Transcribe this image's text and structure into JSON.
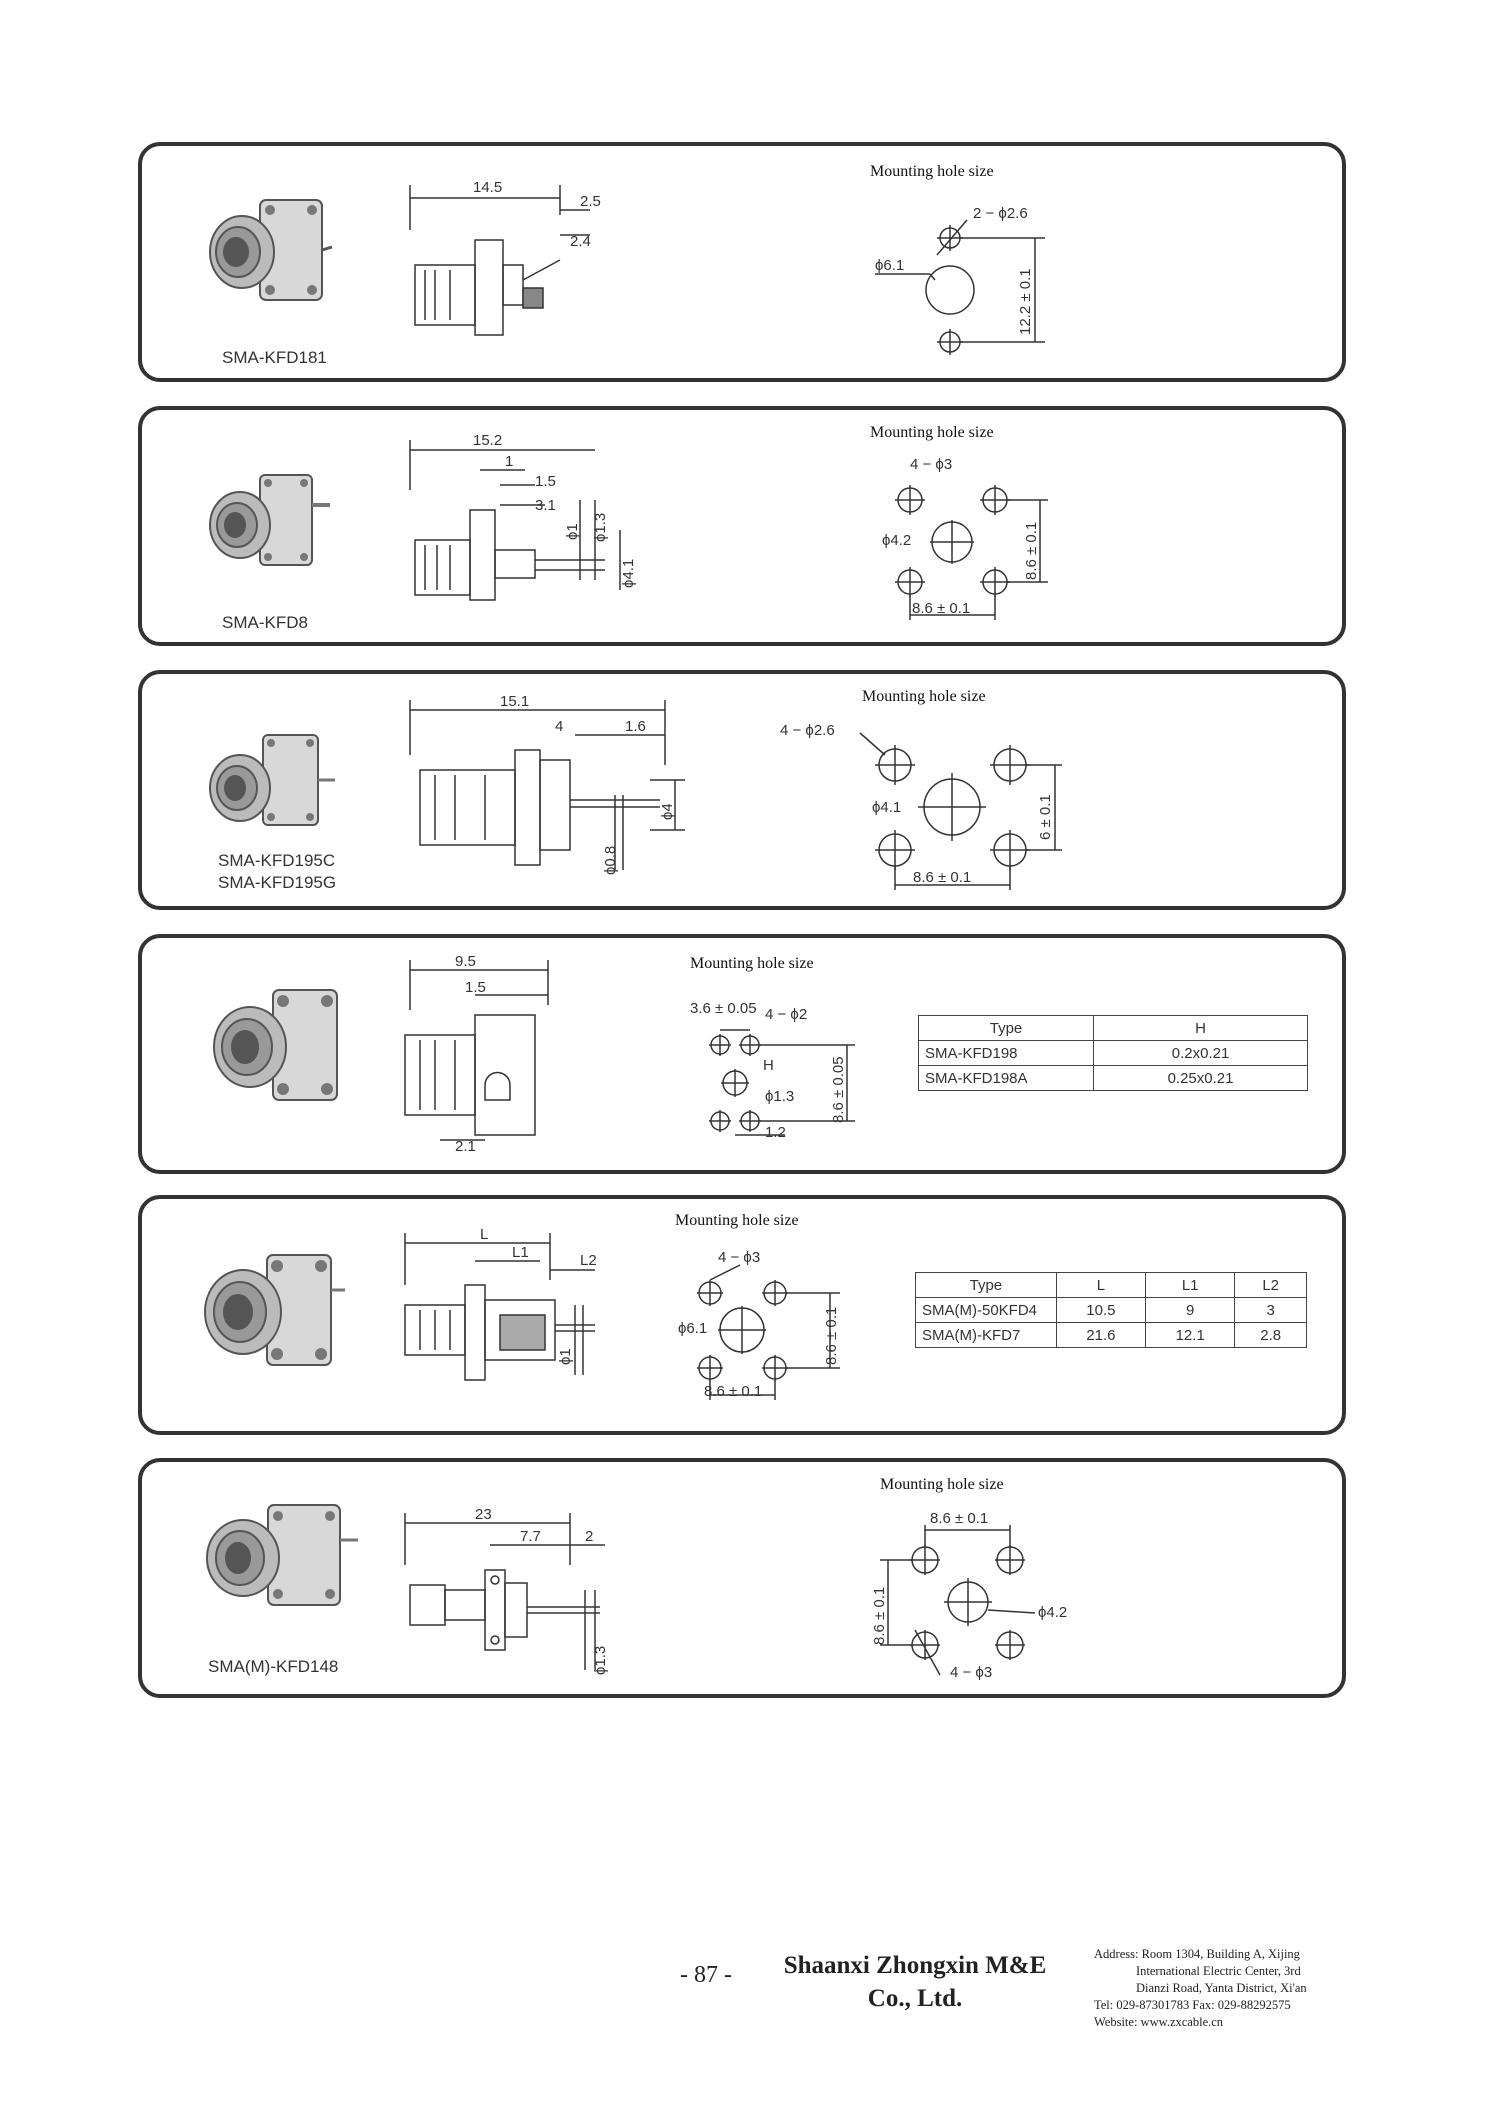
{
  "panels": [
    {
      "label_lines": [
        "SMA-KFD181"
      ],
      "mounting_hole_label": "Mounting hole size",
      "dims": [
        "14.5",
        "2.5",
        "2.4"
      ],
      "hole_dims": [
        "2 − ϕ2.6",
        "ϕ6.1",
        "12.2 ± 0.1"
      ]
    },
    {
      "label_lines": [
        "SMA-KFD8"
      ],
      "mounting_hole_label": "Mounting hole size",
      "dims": [
        "15.2",
        "1",
        "1.5",
        "3.1",
        "ϕ1",
        "ϕ1.3",
        "ϕ4.1"
      ],
      "hole_dims": [
        "4 − ϕ3",
        "ϕ4.2",
        "8.6 ± 0.1",
        "8.6 ± 0.1"
      ]
    },
    {
      "label_lines": [
        "SMA-KFD195C",
        "SMA-KFD195G"
      ],
      "mounting_hole_label": "Mounting hole size",
      "dims": [
        "15.1",
        "4",
        "1.6",
        "ϕ4",
        "ϕ0.8"
      ],
      "hole_dims": [
        "4 − ϕ2.6",
        "ϕ4.1",
        "6 ± 0.1",
        "8.6 ± 0.1"
      ]
    },
    {
      "label_lines": [],
      "mounting_hole_label": "Mounting hole size",
      "dims": [
        "9.5",
        "1.5",
        "2.1"
      ],
      "hole_dims": [
        "3.6 ± 0.05",
        "4 − ϕ2",
        "H",
        "ϕ1.3",
        "8.6 ± 0.05",
        "1.2"
      ],
      "table": {
        "headers": [
          "Type",
          "H"
        ],
        "rows": [
          [
            "SMA-KFD198",
            "0.2x0.21"
          ],
          [
            "SMA-KFD198A",
            "0.25x0.21"
          ]
        ]
      }
    },
    {
      "label_lines": [],
      "mounting_hole_label": "Mounting hole size",
      "dims": [
        "L",
        "L1",
        "L2",
        "ϕ1"
      ],
      "hole_dims": [
        "4 − ϕ3",
        "ϕ6.1",
        "8.6 ± 0.1",
        "8.6 ± 0.1"
      ],
      "table": {
        "headers": [
          "Type",
          "L",
          "L1",
          "L2"
        ],
        "rows": [
          [
            "SMA(M)-50KFD4",
            "10.5",
            "9",
            "3"
          ],
          [
            "SMA(M)-KFD7",
            "21.6",
            "12.1",
            "2.8"
          ]
        ]
      }
    },
    {
      "label_lines": [
        "SMA(M)-KFD148"
      ],
      "mounting_hole_label": "Mounting hole size",
      "dims": [
        "23",
        "7.7",
        "2",
        "ϕ1.3"
      ],
      "hole_dims": [
        "8.6 ± 0.1",
        "8.6 ± 0.1",
        "ϕ4.2",
        "4 − ϕ3"
      ]
    }
  ],
  "footer": {
    "page_number": "- 87 -",
    "company_line1": "Shaanxi Zhongxin M&E",
    "company_line2": "Co., Ltd.",
    "address_lines": [
      "Address: Room 1304, Building A, Xijing",
      "International Electric Center, 3rd",
      "Dianzi Road, Yanta District, Xi'an",
      "Tel: 029-87301783    Fax: 029-88292575",
      "Website: www.zxcable.cn"
    ]
  }
}
